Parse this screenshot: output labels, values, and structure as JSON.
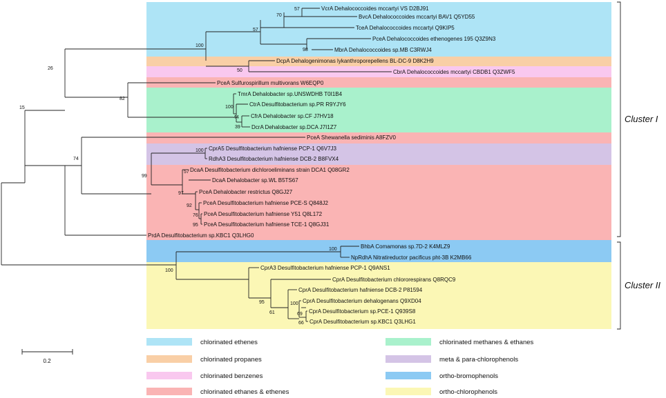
{
  "colors": {
    "ethenes": "#aee4f6",
    "propanes": "#f9cfa6",
    "benzenes": "#f9c8ef",
    "ethanes_ethenes": "#fab4b4",
    "methanes": "#a9f1cc",
    "chlorophenols": "#d4c4e6",
    "bromophenols": "#8ccaf3",
    "ortho": "#fbf7b5"
  },
  "leaves": [
    {
      "id": "vcra",
      "text": "VcrA Dehalococcoides mccartyi VS D2BJ91"
    },
    {
      "id": "bvca",
      "text": "BvcA Dehalococcoides mccartyi BAV1 Q5YD55"
    },
    {
      "id": "tcea",
      "text": "TceA Dehalococcoides mccartyi Q9KIP5"
    },
    {
      "id": "pcea195",
      "text": "PceA Dehalococcoides ethenogenes 195 Q3Z9N3"
    },
    {
      "id": "mbra",
      "text": "MbrA Dehalococcoides sp.MB C3RWJ4"
    },
    {
      "id": "dcpa",
      "text": "DcpA Dehalogenimonas lykanthroporepellens BL-DC-9 D8K2H9"
    },
    {
      "id": "cbra",
      "text": "CbrA Dehalococcoides mccartyi CBDB1 Q3ZWF5"
    },
    {
      "id": "pceasulf",
      "text": "PceA Sulfurospirillum multivorans W6EQP0"
    },
    {
      "id": "tmra",
      "text": "TmrA Dehalobacter sp.UNSWDHB T0I1B4"
    },
    {
      "id": "ctra",
      "text": "CtrA Desulfitobacterium sp.PR R9YJY6"
    },
    {
      "id": "cfra",
      "text": "CfrA Dehalobacter sp.CF J7HV18"
    },
    {
      "id": "dcra",
      "text": "DcrA Dehalobacter sp.DCA J7I1Z7"
    },
    {
      "id": "pceashew",
      "text": "PceA Shewanella sediminis A8FZV0"
    },
    {
      "id": "cpra5",
      "text": "CprA5 Desulfitobacterium hafniense PCP-1 Q6V7J3"
    },
    {
      "id": "rdha3",
      "text": "RdhA3 Desulfitobacterium hafniense DCB-2 B8FVX4"
    },
    {
      "id": "dcaa1",
      "text": "DcaA Desulfitobacterium dichloroeliminans strain DCA1 Q08GR2"
    },
    {
      "id": "dcaawl",
      "text": "DcaA Dehalobacter sp.WL B5TS67"
    },
    {
      "id": "pcearest",
      "text": "PceA Dehalobacter restrictus Q8GJ27"
    },
    {
      "id": "pceapces",
      "text": "PceA Desulfitobacterium hafniense PCE-S Q848J2"
    },
    {
      "id": "pceay51",
      "text": "PceA Desulfitobacterium hafniense Y51 Q8L172"
    },
    {
      "id": "pceatce1",
      "text": "PceA Desulfitobacterium hafniense TCE-1 Q8GJ31"
    },
    {
      "id": "prda",
      "text": "PrdA Desulfitobacterium sp.KBC1 Q3LHG0"
    },
    {
      "id": "bhba",
      "text": "BhbA Comamonas sp.7D-2 K4MLZ9"
    },
    {
      "id": "nprdha",
      "text": "NpRdhA Nitratireductor pacificus pht-3B K2MB66"
    },
    {
      "id": "cpra3",
      "text": "CprA3 Desulfitobacterium hafniense PCP-1 Q9ANS1"
    },
    {
      "id": "cprachl",
      "text": "CprA Desulfitobacterium chlororespirans Q8RQC9"
    },
    {
      "id": "cpradcb2",
      "text": "CprA Desulfitobacterium hafniense DCB-2 P81594"
    },
    {
      "id": "cpradeh",
      "text": "CprA Desulfitobacterium dehalogenans Q9XD04"
    },
    {
      "id": "cprapce1",
      "text": "CprA Desulfitobacterium sp.PCE-1 Q939S8"
    },
    {
      "id": "cprakbc1",
      "text": "CprA Desulfitobacterium sp.KBC1 Q3LHG1"
    }
  ],
  "bootstrap": [
    {
      "id": "b57a",
      "text": "57"
    },
    {
      "id": "b70",
      "text": "70"
    },
    {
      "id": "b57b",
      "text": "57"
    },
    {
      "id": "b100a",
      "text": "100"
    },
    {
      "id": "b98",
      "text": "98"
    },
    {
      "id": "b50",
      "text": "50"
    },
    {
      "id": "b26",
      "text": "26"
    },
    {
      "id": "b82",
      "text": "82"
    },
    {
      "id": "b100b",
      "text": "100"
    },
    {
      "id": "b44",
      "text": "44"
    },
    {
      "id": "b39",
      "text": "39"
    },
    {
      "id": "b15",
      "text": "15"
    },
    {
      "id": "b74",
      "text": "74"
    },
    {
      "id": "b100c",
      "text": "100"
    },
    {
      "id": "b99",
      "text": "99"
    },
    {
      "id": "b57c",
      "text": "57"
    },
    {
      "id": "b97",
      "text": "97"
    },
    {
      "id": "b92",
      "text": "92"
    },
    {
      "id": "b76",
      "text": "76"
    },
    {
      "id": "b95a",
      "text": "95"
    },
    {
      "id": "b100d",
      "text": "100"
    },
    {
      "id": "b100e",
      "text": "100"
    },
    {
      "id": "b95b",
      "text": "95"
    },
    {
      "id": "b61",
      "text": "61"
    },
    {
      "id": "b100f",
      "text": "100"
    },
    {
      "id": "b69",
      "text": "69"
    },
    {
      "id": "b66",
      "text": "66"
    }
  ],
  "clusters": [
    {
      "id": "cluster1",
      "label": "Cluster I"
    },
    {
      "id": "cluster2",
      "label": "Cluster II"
    }
  ],
  "scale_bar": {
    "label": "0.2"
  },
  "legend": [
    {
      "id": "leg-ethenes",
      "color": "#aee4f6",
      "label": "chlorinated ethenes"
    },
    {
      "id": "leg-propanes",
      "color": "#f9cfa6",
      "label": "chlorinated propanes"
    },
    {
      "id": "leg-benzenes",
      "color": "#f9c8ef",
      "label": "chlorinated benzenes"
    },
    {
      "id": "leg-ethanes",
      "color": "#fab4b4",
      "label": "chlorinated ethanes & ethenes"
    },
    {
      "id": "leg-methanes",
      "color": "#a9f1cc",
      "label": "chlorinated methanes & ethanes"
    },
    {
      "id": "leg-chlorophenols",
      "color": "#d4c4e6",
      "label": "meta & para-chlorophenols"
    },
    {
      "id": "leg-bromophenols",
      "color": "#8ccaf3",
      "label": "ortho-bromophenols"
    },
    {
      "id": "leg-ortho",
      "color": "#fbf7b5",
      "label": "ortho-chlorophenols"
    }
  ]
}
